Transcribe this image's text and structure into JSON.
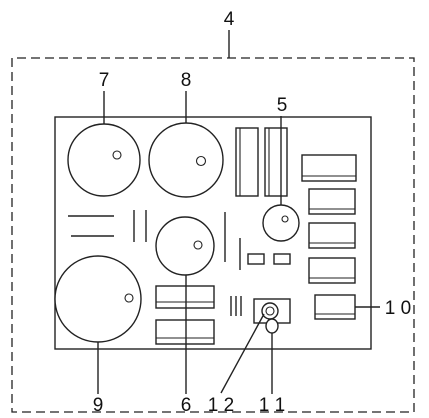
{
  "colors": {
    "stroke": "#222222",
    "background": "#ffffff"
  },
  "labels": {
    "l4": "4",
    "l5": "5",
    "l6": "6",
    "l7": "7",
    "l8": "8",
    "l9": "9",
    "l10": "1 0",
    "l11": "1 1",
    "l12": "1 2"
  }
}
